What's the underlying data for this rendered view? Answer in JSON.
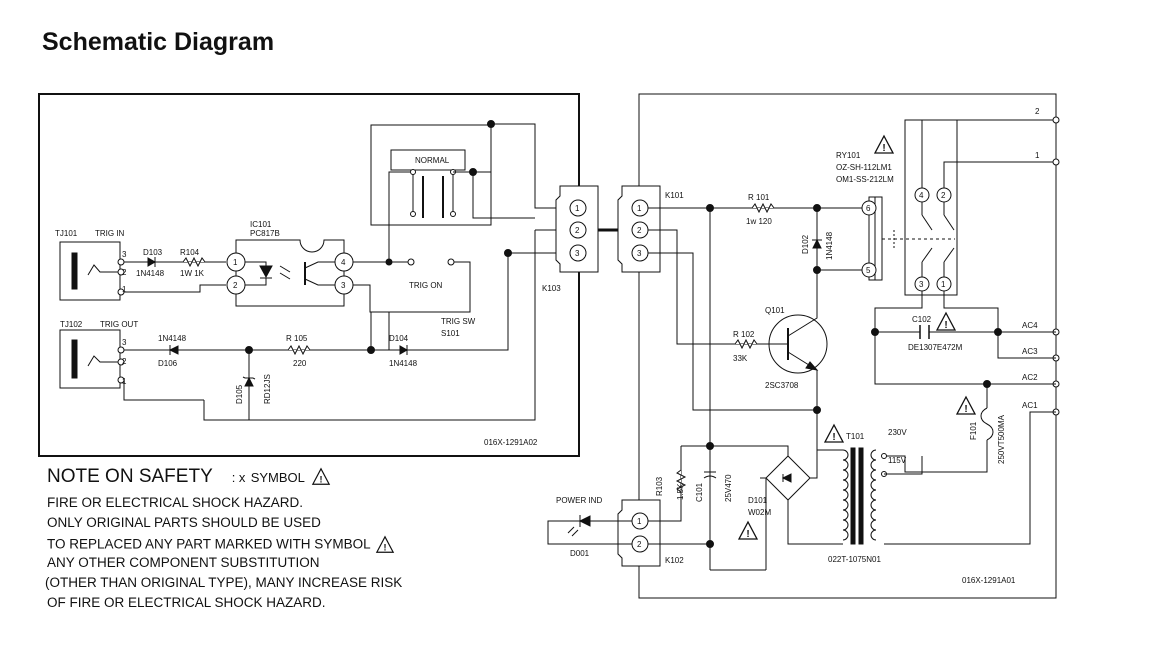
{
  "title": "Schematic Diagram",
  "left_board": {
    "board_id": "016X-1291A02",
    "tj101": {
      "ref": "TJ101",
      "label": "TRIG IN",
      "pins": [
        "3",
        "2",
        "1"
      ]
    },
    "tj102": {
      "ref": "TJ102",
      "label": "TRIG OUT",
      "pins": [
        "3",
        "2",
        "1"
      ]
    },
    "d103": {
      "ref": "D103",
      "part": "1N4148"
    },
    "r104": {
      "ref": "R104",
      "value": "1W 1K"
    },
    "ic101": {
      "ref": "IC101",
      "part": "PC817B",
      "pins": [
        "1",
        "2",
        "4",
        "3"
      ]
    },
    "d106": {
      "ref": "D106",
      "part": "1N4148"
    },
    "r105": {
      "ref": "R 105",
      "value": "220"
    },
    "d104": {
      "ref": "D104",
      "part": "1N4148"
    },
    "d105": {
      "ref": "D105",
      "part": "RD12JS"
    },
    "switch_normal": "NORMAL",
    "switch_trig_on": "TRIG ON",
    "switch_trig_sw": "TRIG SW",
    "switch_ref": "S101",
    "k103": {
      "ref": "K103",
      "pins": [
        "1",
        "2",
        "3"
      ]
    }
  },
  "right_board": {
    "board_id": "016X-1291A01",
    "k101": {
      "ref": "K101",
      "pins": [
        "1",
        "2",
        "3"
      ]
    },
    "k102": {
      "ref": "K102",
      "pins": [
        "1",
        "2"
      ]
    },
    "r101": {
      "ref": "R 101",
      "value": "1w 120"
    },
    "d102": {
      "ref": "D102",
      "part": "1N4148"
    },
    "ry101": {
      "ref": "RY101",
      "part1": "OZ-SH-112LM1",
      "part2": "OM1-SS-212LM",
      "coil_pins": [
        "6",
        "5"
      ],
      "contact_pins": [
        "4",
        "2",
        "3",
        "1"
      ]
    },
    "q101": {
      "ref": "Q101",
      "part": "2SC3708"
    },
    "r102": {
      "ref": "R 102",
      "value": "33K"
    },
    "c102": {
      "ref": "C102",
      "part": "DE1307E472M"
    },
    "r103": {
      "ref": "R103",
      "value": "1.5K"
    },
    "c101": {
      "ref": "C101",
      "value": "25V470"
    },
    "d101": {
      "ref": "D101",
      "part": "W02M"
    },
    "t101": {
      "ref": "T101",
      "part": "022T-1075N01",
      "v1": "230V",
      "v2": "115V"
    },
    "f101": {
      "ref": "F101",
      "part": "250VT500MA"
    },
    "d001": {
      "ref": "D001",
      "label": "POWER IND"
    },
    "terminals": [
      "2",
      "1",
      "AC4",
      "AC3",
      "AC2",
      "AC1"
    ]
  },
  "note": {
    "heading": "NOTE ON SAFETY",
    "symbol_prefix": ": x",
    "symbol_label": "SYMBOL",
    "lines": [
      "FIRE OR ELECTRICAL SHOCK HAZARD.",
      "ONLY ORIGINAL PARTS SHOULD BE USED",
      "TO REPLACED ANY PART MARKED WITH SYMBOL",
      "ANY OTHER COMPONENT SUBSTITUTION",
      "(OTHER THAN ORIGINAL TYPE), MANY INCREASE RISK",
      "OF FIRE OR ELECTRICAL SHOCK HAZARD."
    ]
  }
}
